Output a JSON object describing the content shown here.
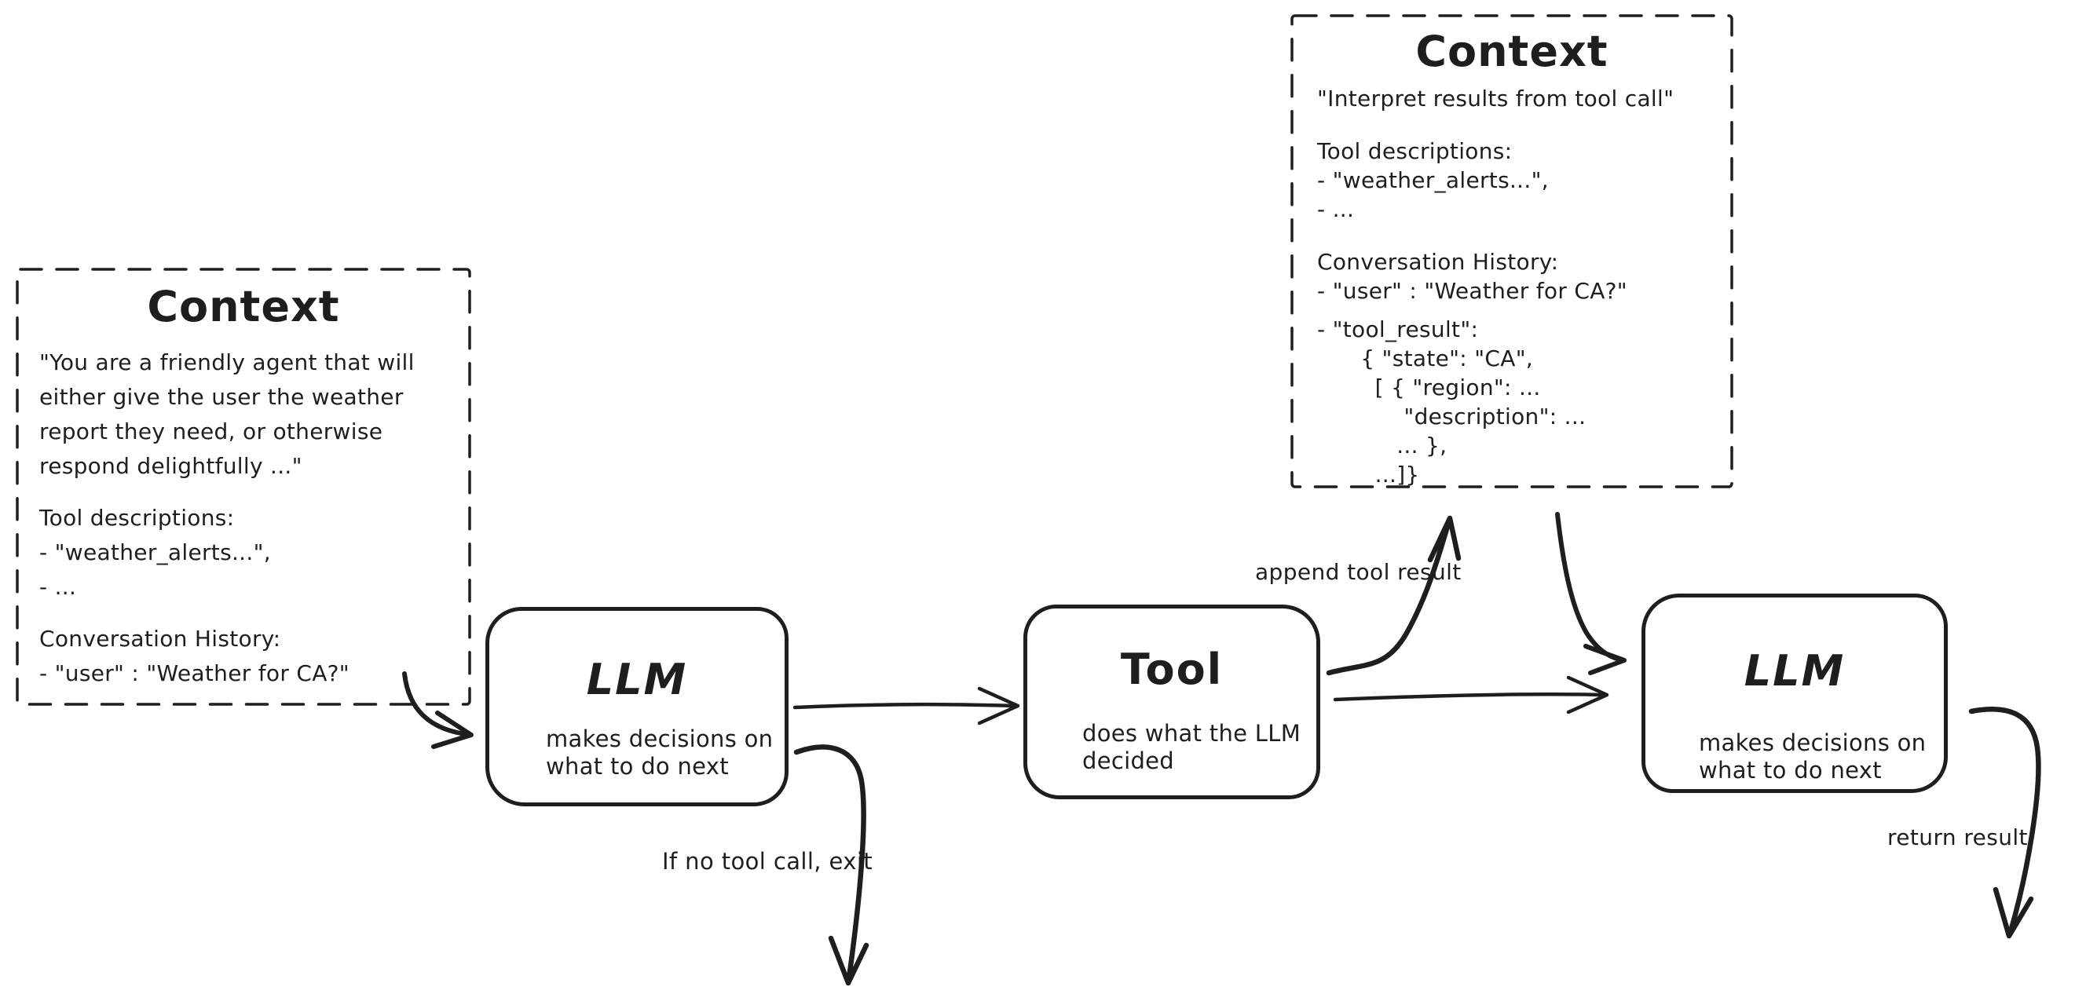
{
  "diagram": {
    "stroke_color": "#1e1e1e",
    "background_color": "#ffffff"
  },
  "context_left": {
    "title": "Context",
    "system_prompt_lines": [
      "\"You are a friendly agent that will",
      "either give the user the weather",
      "report they need, or otherwise",
      "respond delightfully ...\""
    ],
    "tool_desc_lines": [
      "Tool descriptions:",
      "- \"weather_alerts...\",",
      "- ..."
    ],
    "conversation_lines": [
      "Conversation History:",
      "- \"user\" : \"Weather for CA?\""
    ]
  },
  "context_right": {
    "title": "Context",
    "instruction_line": "\"Interpret results from tool call\"",
    "tool_desc_lines": [
      "Tool descriptions:",
      "- \"weather_alerts...\",",
      "- ..."
    ],
    "conversation_lines": [
      "Conversation History:",
      "- \"user\" : \"Weather for CA?\""
    ],
    "tool_result_lines": [
      "- \"tool_result\":",
      "      { \"state\": \"CA\",",
      "        [ { \"region\": ...",
      "            \"description\": ...",
      "           ... },",
      "        ...]}"
    ]
  },
  "nodes": {
    "llm1": {
      "title": "LLM",
      "subtitle_lines": [
        "makes decisions on",
        "what to do next"
      ]
    },
    "tool": {
      "title": "Tool",
      "subtitle_lines": [
        "does what the LLM",
        "decided"
      ]
    },
    "llm2": {
      "title": "LLM",
      "subtitle_lines": [
        "makes decisions on",
        "what to do next"
      ]
    }
  },
  "edge_labels": {
    "append_tool_result": "append tool result",
    "if_no_tool_call_exit": "If no tool call, exit",
    "return_result": "return result"
  }
}
